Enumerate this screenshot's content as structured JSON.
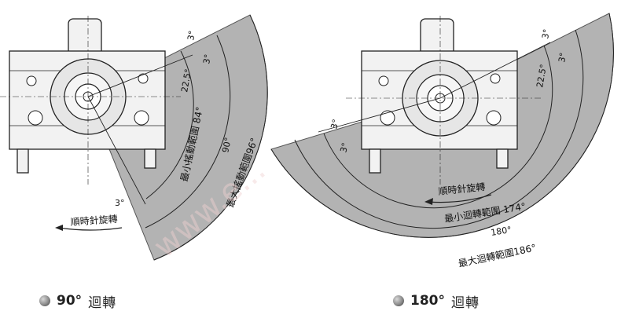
{
  "colors": {
    "sector_fill": "#b3b3b3",
    "sector_stroke": "#555555",
    "line": "#222222",
    "body_fill": "#f2f2f2",
    "background": "#ffffff"
  },
  "left_diagram": {
    "min_label": "最小搖動範圍 84°",
    "mid_label": "90°",
    "max_label": "最大搖動範圍96°",
    "angle_a": "22.5°",
    "angle_b": "3°",
    "angle_c": "3°",
    "angle_d": "3°",
    "direction_label": "順時針旋轉"
  },
  "right_diagram": {
    "min_label": "最小迴轉範圍 174°",
    "mid_label": "180°",
    "max_label": "最大迴轉範圍186°",
    "angle_a": "22.5°",
    "angle_b": "3°",
    "angle_c": "3°",
    "angle_d": "3°",
    "angle_e": "3°",
    "direction_label": "順時針旋轉"
  },
  "captions": {
    "left_value": "90°",
    "left_text": "迴轉",
    "right_value": "180°",
    "right_text": "迴轉"
  },
  "watermark": "www.e..."
}
